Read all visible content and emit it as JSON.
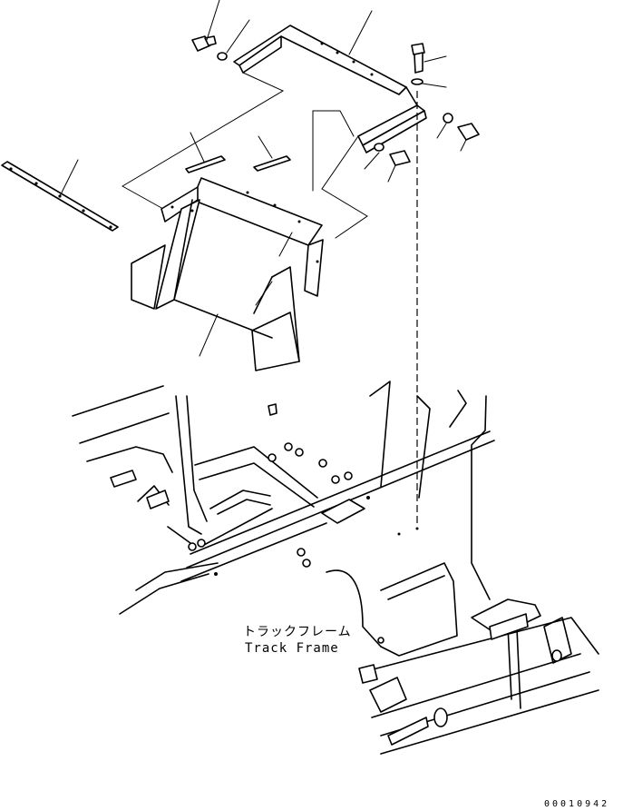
{
  "labels": {
    "track_frame_jp": "トラックフレーム",
    "track_frame_en": "Track Frame"
  },
  "drawing_number": "00010942"
}
